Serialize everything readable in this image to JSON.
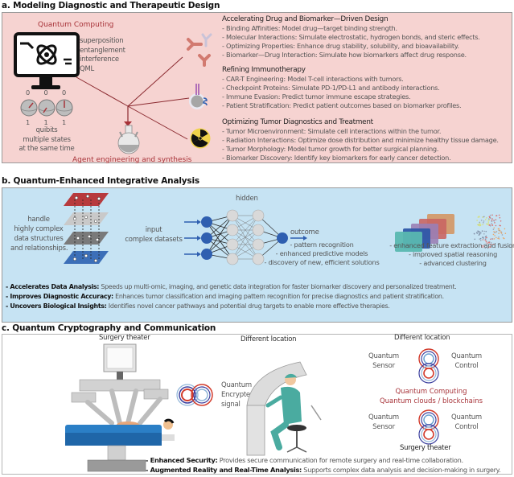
{
  "sections": {
    "a": {
      "title": "a. Modeling Diagnostic and Therapeutic Design",
      "quantum_computing_label": "Quantum Computing",
      "properties": [
        "superposition",
        "entanglement",
        "interference",
        "QML"
      ],
      "qubit_top_labels": [
        "0",
        "0",
        "0"
      ],
      "qubit_bottom_labels": [
        "1",
        "1",
        "1"
      ],
      "qubit_caption": [
        "quibits",
        "multiple states",
        "at the same time"
      ],
      "agent_label": "Agent engineering and synthesis",
      "groups": [
        {
          "icon": "antibody-icon",
          "heading": "Accelerating Drug and Biomarker—Driven Design",
          "items": [
            "- Binding Affinities: Model drug—target binding strength.",
            "- Molecular Interactions: Simulate electrostatic, hydrogen bonds, and steric effects.",
            "- Optimizing Properties: Enhance drug stability, solubility, and bioavailability.",
            "- Biomarker—Drug Interaction: Simulate how biomarkers affect drug response."
          ]
        },
        {
          "icon": "car-t-cell-icon",
          "heading": "Refining Immunotherapy",
          "items": [
            "- CAR-T Engineering: Model T-cell interactions with tumors.",
            "- Checkpoint Proteins: Simulate PD-1/PD-L1 and antibody interactions.",
            "- Immune Evasion: Predict tumor immune escape strategies.",
            "- Patient Stratification: Predict patient outcomes based on biomarker profiles."
          ]
        },
        {
          "icon": "radiation-icon",
          "heading": "Optimizing Tumor Diagnostics and Treatment",
          "items": [
            "- Tumor Microenvironment: Simulate cell interactions within the tumor.",
            "- Radiation Interactions: Optimize dose distribution and minimize healthy tissue damage.",
            "- Tumor Morphology: Model tumor growth for better surgical planning.",
            "- Biomarker Discovery: Identify key biomarkers for early cancer detection."
          ]
        }
      ]
    },
    "b": {
      "title": "b. Quantum-Enhanced Integrative Analysis",
      "handle_text": [
        "handle",
        "highly complex",
        "data structures",
        "and relationships."
      ],
      "input_text": [
        "input",
        "complex datasets"
      ],
      "hidden_label": "hidden",
      "outcome_label": "outcome",
      "outcome_items": [
        "- pattern recognition",
        "- enhanced predictive models",
        "- discovery of new, efficient solutions"
      ],
      "feature_items": [
        "- enhanced feature extraction and fusion",
        "- improved spatial reasoning",
        "- advanced clustering"
      ],
      "benefits": [
        {
          "label": "- Accelerates Data Analysis:",
          "text": " Speeds up multi-omic, imaging, and genetic data integration for faster biomarker discovery and personalized treatment."
        },
        {
          "label": "- Improves Diagnostic Accuracy:",
          "text": " Enhances tumor classification and imaging pattern recognition for precise diagnostics and patient stratification."
        },
        {
          "label": "- Uncovers Biological Insights:",
          "text": " Identifies novel cancer pathways and potential drug targets to enable more effective therapies."
        }
      ]
    },
    "c": {
      "title": "c. Quantum Cryptography and Communication",
      "surgery_theater_label": "Surgery theater",
      "different_location_label_1": "Different location",
      "different_location_label_2": "Different location",
      "encrypted_signal": [
        "Quantum",
        "Encrypted",
        "signal"
      ],
      "sensor_label": [
        "Quantum",
        "Sensor"
      ],
      "control_label": [
        "Quantum",
        "Control"
      ],
      "quantum_computing": "Quantum Computing",
      "quantum_clouds": "Quantum clouds / blockchains",
      "surgery_theater_label_2": "Surgery theater",
      "benefits": [
        {
          "label": "- Enhanced Security:",
          "text": " Provides secure communication for remote surgery and real-time collaboration."
        },
        {
          "label": "- Augmented Reality and Real-Time Analysis:",
          "text": " Supports complex data analysis and decision-making in surgery."
        }
      ]
    }
  },
  "colors": {
    "panel_a_bg": "#f6d3d1",
    "panel_b_bg": "#c6e3f3",
    "accent_red": "#a73238",
    "node_blue": "#2f5fb0"
  }
}
